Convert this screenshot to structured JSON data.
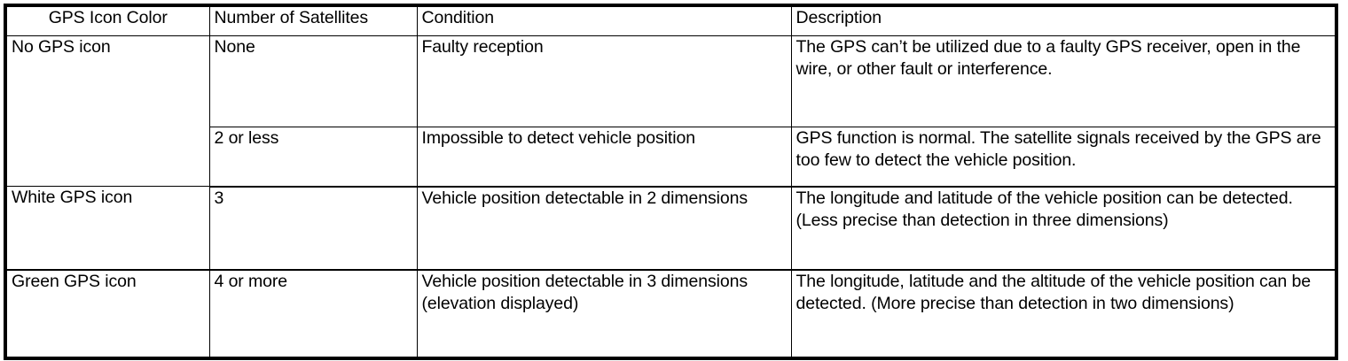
{
  "table": {
    "columns": [
      {
        "key": "gps_icon_color",
        "label": "GPS Icon Color"
      },
      {
        "key": "number_of_satellites",
        "label": "Number of Satellites"
      },
      {
        "key": "condition",
        "label": "Condition"
      },
      {
        "key": "description",
        "label": "Description"
      }
    ],
    "rows": [
      {
        "gps_icon_color": "No GPS icon",
        "number_of_satellites": "None",
        "condition": "Faulty reception",
        "description": "The GPS can’t be utilized due to a faulty GPS receiver, open in the wire, or other fault or interference."
      },
      {
        "gps_icon_color": "",
        "number_of_satellites": "2 or less",
        "condition": "Impossible to detect vehicle position",
        "description": "GPS function is normal. The satellite signals received by the GPS are too few to detect the vehicle position."
      },
      {
        "gps_icon_color": "White GPS icon",
        "number_of_satellites": "3",
        "condition": "Vehicle position detectable in 2 dimensions",
        "description": "The longitude and latitude of the vehicle position can be detected. (Less precise than detection in three dimensions)"
      },
      {
        "gps_icon_color": "Green GPS icon",
        "number_of_satellites": "4 or more",
        "condition": "Vehicle position detectable in 3 dimensions (elevation displayed)",
        "description": "The longitude, latitude and the altitude of the vehicle position can be detected. (More precise than detection in two dimensions)"
      }
    ]
  },
  "colors": {
    "border": "#000000",
    "text": "#000000",
    "background": "#ffffff"
  }
}
